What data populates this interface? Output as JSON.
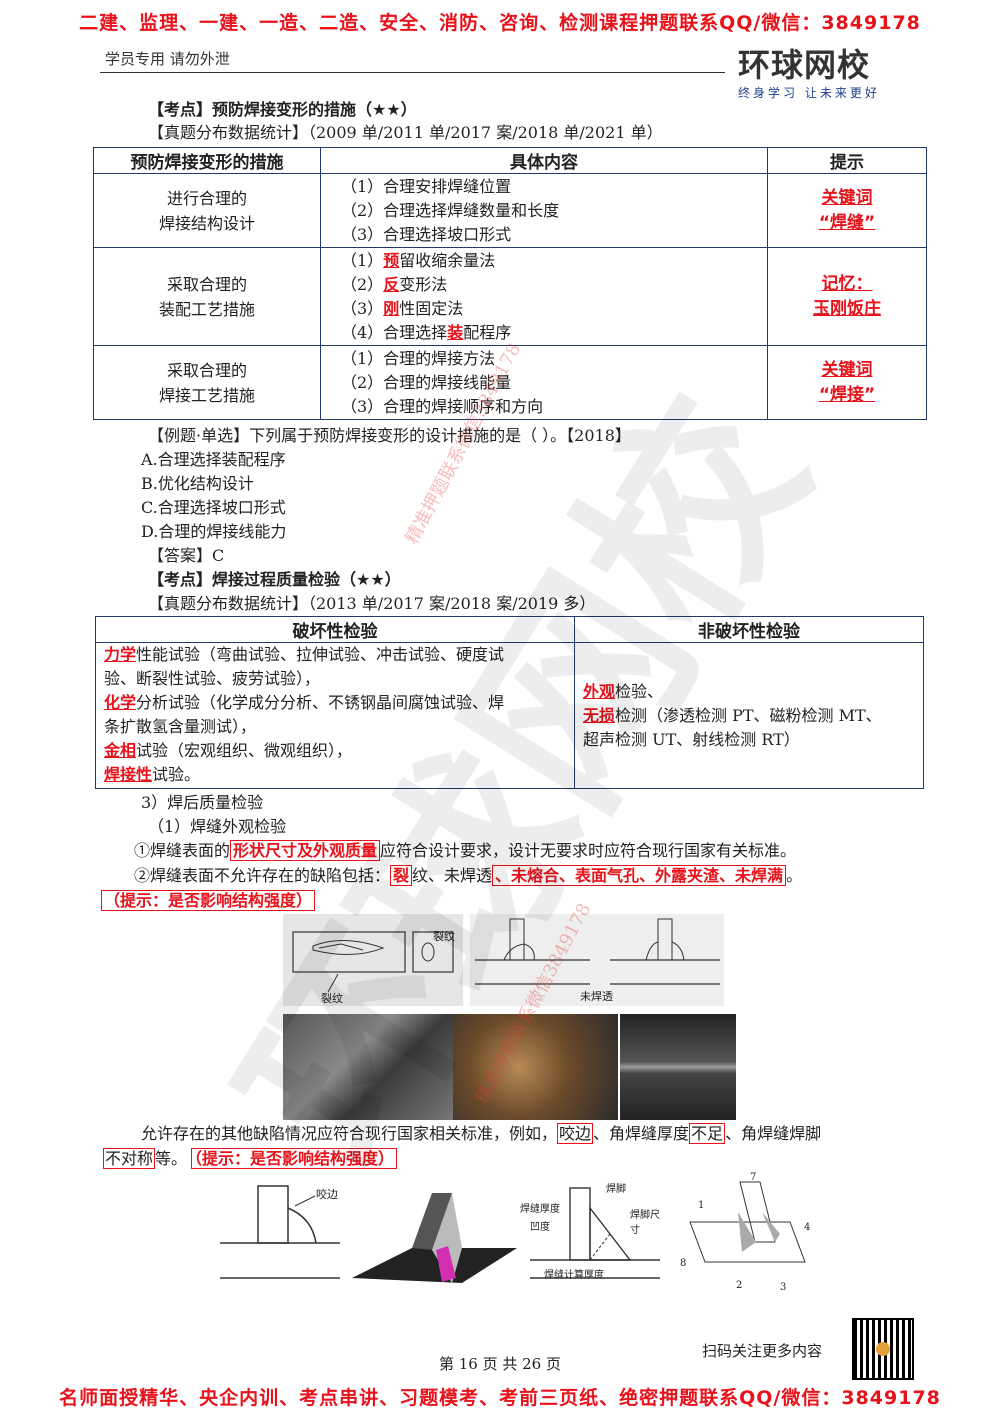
{
  "banner_top": "二建、监理、一建、一造、二造、安全、消防、咨询、检测课程押题联系QQ/微信：3849178",
  "header_left": "学员专用 请勿外泄",
  "logo": {
    "name": "环球网校",
    "slogan": "终身学习 让未来更好"
  },
  "section1": {
    "title": "【考点】预防焊接变形的措施（★★）",
    "stats": "【真题分布数据统计】（2009 单/2011 单/2017 案/2018 单/2021 单）",
    "headers": [
      "预防焊接变形的措施",
      "具体内容",
      "提示"
    ],
    "rows": [
      {
        "measure": [
          "进行合理的",
          "焊接结构设计"
        ],
        "items": [
          "（1）合理安排焊缝位置",
          "（2）合理选择焊缝数量和长度",
          "（3）合理选择坡口形式"
        ],
        "hint": [
          "关键词",
          "“焊缝”"
        ]
      },
      {
        "measure": [
          "采取合理的",
          "装配工艺措施"
        ],
        "items": [
          {
            "pre": "（1）",
            "key": "预",
            "post": "留收缩余量法"
          },
          {
            "pre": "（2）",
            "key": "反",
            "post": "变形法"
          },
          {
            "pre": "（3）",
            "key": "刚",
            "post": "性固定法"
          },
          {
            "pre": "（4）合理选择",
            "key": "装",
            "post": "配程序"
          }
        ],
        "hint": [
          "记忆：",
          "玉刚饭庄"
        ]
      },
      {
        "measure": [
          "采取合理的",
          "焊接工艺措施"
        ],
        "items": [
          "（1）合理的焊接方法",
          "（2）合理的焊接线能量",
          "（3）合理的焊接顺序和方向"
        ],
        "hint": [
          "关键词",
          "“焊接”"
        ]
      }
    ]
  },
  "example": {
    "question": "【例题·单选】下列属于预防焊接变形的设计措施的是（   ）。【2018】",
    "options": [
      "A.合理选择装配程序",
      "B.优化结构设计",
      "C.合理选择坡口形式",
      "D.合理的焊接线能力"
    ],
    "answer": "【答案】C"
  },
  "section2": {
    "title": "【考点】焊接过程质量检验（★★）",
    "stats": "【真题分布数据统计】（2013 单/2017 案/2018 案/2019 多）",
    "headers": [
      "破坏性检验",
      "非破坏性检验"
    ],
    "destructive": [
      {
        "key": "力学",
        "text": "性能试验（弯曲试验、拉伸试验、冲击试验、硬度试"
      },
      {
        "key": "",
        "text": "验、断裂性试验、疲劳试验），"
      },
      {
        "key": "化学",
        "text": "分析试验（化学成分分析、不锈钢晶间腐蚀试验、焊"
      },
      {
        "key": "",
        "text": "条扩散氢含量测试），"
      },
      {
        "key": "金相",
        "text": "试验（宏观组织、微观组织），"
      },
      {
        "key": "焊接性",
        "text": "试验。"
      }
    ],
    "nondestructive": [
      {
        "key": "外观",
        "text": "检验、"
      },
      {
        "key": "无损",
        "text": "检测（渗透检测 PT、磁粉检测 MT、"
      },
      {
        "key": "",
        "text": "超声检测 UT、射线检测 RT）"
      }
    ]
  },
  "post_weld": {
    "heading": "3）焊后质量检验",
    "sub": "（1）焊缝外观检验",
    "p1_pre": "①焊缝表面的",
    "p1_key": "形状尺寸及外观质量",
    "p1_post": "应符合设计要求，设计无要求时应符合现行国家有关标准。",
    "p2_pre": "②焊缝表面不允许存在的缺陷包括：",
    "p2_key1": "裂",
    "p2_mid": "纹、未焊透",
    "p2_key2": "、未熔合、表面气孔、外露夹渣、未焊满",
    "p2_end": "。",
    "tip": "（提示：是否影响结构强度）",
    "fig_labels": {
      "crack1": "裂纹",
      "crack2": "裂纹",
      "lop": "未焊透"
    },
    "p3_pre": "允许存在的其他缺陷情况应符合现行国家相关标准，例如，",
    "p3_key1": "咬边",
    "p3_mid": "、角焊缝厚度",
    "p3_key2": "不足",
    "p3_mid2": "、角焊缝焊脚",
    "p3_key3": "不对称",
    "p3_end": "等。",
    "tip2": "（提示：是否影响结构强度）",
    "fig2_labels": {
      "undercut": "咬边",
      "leg": "焊脚",
      "throat": "焊缝厚度",
      "concave": "凹度",
      "legsize": "焊脚尺寸",
      "calc": "焊缝计算厚度",
      "n1": "1",
      "n2": "2",
      "n3": "3",
      "n4": "4",
      "n7": "7",
      "n8": "8"
    }
  },
  "qr_text": "扫码关注更多内容",
  "page_num": "第 16 页 共 26 页",
  "banner_bottom": "名师面授精华、央企内训、考点串讲、习题模考、考前三页纸、绝密押题联系QQ/微信：3849178",
  "watermark_text": "精准押题联系微信3849178",
  "watermark_logo": "环球网校"
}
